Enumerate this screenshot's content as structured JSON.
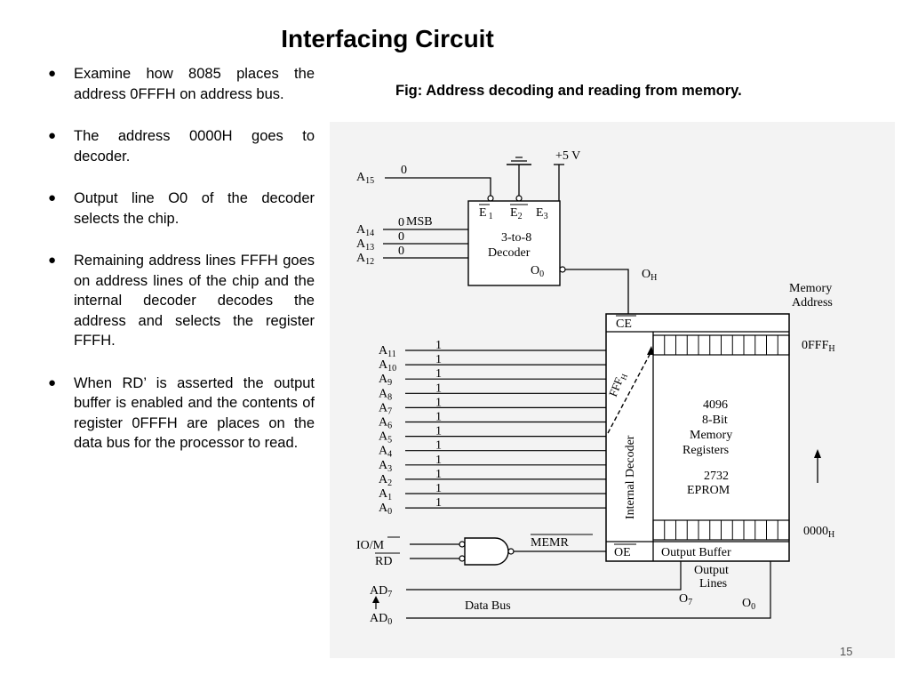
{
  "slide": {
    "title": "Interfacing Circuit",
    "page_number": "15"
  },
  "bullets": [
    "Examine how 8085 places the address  0FFFH on address bus.",
    "The address 0000H  goes to decoder.",
    "Output line O0 of the decoder selects the chip.",
    "Remaining address lines FFFH goes on address lines of the chip and the internal decoder decodes the address and selects the register FFFH.",
    "When RD’ is asserted the output  buffer is enabled and the contents of register 0FFFH are places on the data bus for the processor to read."
  ],
  "figure": {
    "caption_prefix": "Fig:",
    "caption_text": "Address decoding and reading from memory.",
    "supply": "+5 V",
    "a15": {
      "label": "A",
      "sub": "15",
      "value": "0"
    },
    "high_lines": [
      {
        "label": "A",
        "sub": "14",
        "value": "0"
      },
      {
        "label": "A",
        "sub": "13",
        "value": "0"
      },
      {
        "label": "A",
        "sub": "12",
        "value": "0"
      }
    ],
    "msb": "MSB",
    "decoder": {
      "e1": "E",
      "e1_sub": "1",
      "e2": "E",
      "e2_sub": "2",
      "e3": "E",
      "e3_sub": "3",
      "line1": "3-to-8",
      "line2": "Decoder",
      "o0": "O",
      "o0_sub": "0",
      "oh": "O",
      "oh_sub": "H"
    },
    "low_lines": [
      {
        "label": "A",
        "sub": "11",
        "value": "1"
      },
      {
        "label": "A",
        "sub": "10",
        "value": "1"
      },
      {
        "label": "A",
        "sub": "9",
        "value": "1"
      },
      {
        "label": "A",
        "sub": "8",
        "value": "1"
      },
      {
        "label": "A",
        "sub": "7",
        "value": "1"
      },
      {
        "label": "A",
        "sub": "6",
        "value": "1"
      },
      {
        "label": "A",
        "sub": "5",
        "value": "1"
      },
      {
        "label": "A",
        "sub": "4",
        "value": "1"
      },
      {
        "label": "A",
        "sub": "3",
        "value": "1"
      },
      {
        "label": "A",
        "sub": "2",
        "value": "1"
      },
      {
        "label": "A",
        "sub": "1",
        "value": "1"
      },
      {
        "label": "A",
        "sub": "0",
        "value": "1"
      }
    ],
    "memory": {
      "ce": "CE",
      "internal_decoder": "Internal Decoder",
      "fffh": "FFF",
      "fffh_sub": "H",
      "registers": [
        "4096",
        "8-Bit",
        "Memory",
        "Registers"
      ],
      "chip": [
        "2732",
        "EPROM"
      ],
      "oe": "OE",
      "output_buffer": "Output Buffer",
      "address_heading": [
        "Memory",
        "Address"
      ],
      "top_address": "0FFF",
      "top_address_sub": "H",
      "bottom_address": "0000",
      "bottom_address_sub": "H"
    },
    "control": {
      "iom": "IO/M",
      "rd": "RD",
      "memr": "MEMR"
    },
    "data": {
      "ad7": "AD",
      "ad7_sub": "7",
      "ad0": "AD",
      "ad0_sub": "0",
      "data_bus": "Data Bus",
      "output_lines": [
        "Output",
        "Lines"
      ],
      "o7": "O",
      "o7_sub": "7",
      "o0": "O",
      "o0_sub": "0"
    }
  }
}
